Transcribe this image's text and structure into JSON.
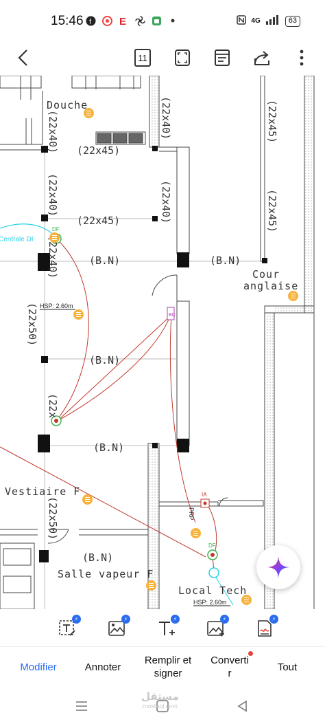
{
  "status": {
    "time": "15:46",
    "battery": "63",
    "network": "4G",
    "icons": [
      "facebook-icon",
      "chrome-icon",
      "e-icon",
      "fan-icon",
      "android-icon",
      "dot-icon"
    ]
  },
  "toolbar": {
    "page_count": "11",
    "icons": [
      "back-arrow-icon",
      "page-count-icon",
      "fullscreen-icon",
      "reader-icon",
      "share-icon",
      "more-icon"
    ]
  },
  "drawing": {
    "dims": {
      "d1": "(22x40)",
      "d2": "(22x40)",
      "d3": "(22x45)",
      "d4": "(22x45)",
      "d5": "(22x45)",
      "d6": "(22x40)",
      "d7": "(22x40)",
      "d8": "(22x45)",
      "d9": "(22x40)",
      "d10": "(22x50)",
      "d11": "(22x",
      "d12": "(22x50)"
    },
    "beams": {
      "bn1": "(B.N)",
      "bn2": "(B.N)",
      "bn3": "(B.N)",
      "bn4": "(B.N)",
      "bn5": "(B.N)"
    },
    "rooms": {
      "douche": "Douche",
      "cour1": "Cour",
      "cour2": "anglaise",
      "vestiaire": "Vestiaire F",
      "salle_vapeur": "Salle vapeur F",
      "local_tech": "Local Tech"
    },
    "small": {
      "centrale": "Centrale DI",
      "hsp1": "HSP: 2.60m",
      "hsp2": "HSP: 2.60m",
      "df1": "DF",
      "df2": "DF",
      "bc": "BC",
      "ia": "IA",
      "prp": "PRP"
    }
  },
  "tools": [
    "text-box-icon",
    "image-edit-icon",
    "add-text-icon",
    "add-image-icon",
    "sign-document-icon"
  ],
  "tabs": {
    "modifier": "Modifier",
    "annoter": "Annoter",
    "remplir_1": "Remplir et",
    "remplir_2": "signer",
    "convertir_1": "Converti",
    "convertir_2": "r",
    "tout": "Tout"
  },
  "colors": {
    "accent": "#2a6cf0",
    "note": "#f6b23b",
    "cyan": "#27d3e6",
    "red_line": "#c0392b"
  },
  "watermark": {
    "main": "مستقل",
    "sub": "mostaql.com"
  }
}
